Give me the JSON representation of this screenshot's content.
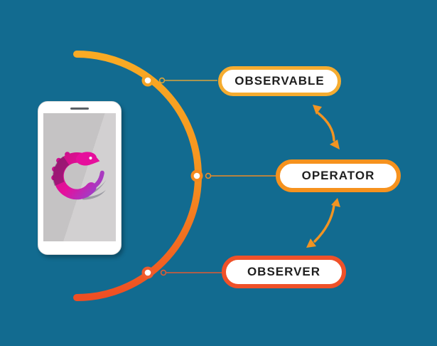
{
  "scene": {
    "title": "RxJS observable flow diagram",
    "labels": {
      "observable": "OBSERVABLE",
      "operator": "OPERATOR",
      "observer": "OBSERVER"
    },
    "colors": {
      "background": "#126B90",
      "observable_border": "#F5AC30",
      "operator_border": "#F6921E",
      "observer_border": "#EF5129",
      "arc_gradient_top": "#F9AB24",
      "arc_gradient_middle": "#F6921E",
      "arc_gradient_bottom": "#EF4E23",
      "arrow": "#F29422",
      "pill_fill": "#FFFFFF",
      "pill_text": "#1F1F1F",
      "phone_body": "#FFFFFF",
      "phone_screen": "#C9C7C8",
      "logo_pink": "#E60F9C",
      "logo_purple": "#A43AC5",
      "logo_gray": "#9C9CA4"
    },
    "icons": {
      "phone": "smartphone-illustration",
      "logo": "rxjs-logo",
      "arrows": "double-headed-curved-arrows"
    }
  }
}
